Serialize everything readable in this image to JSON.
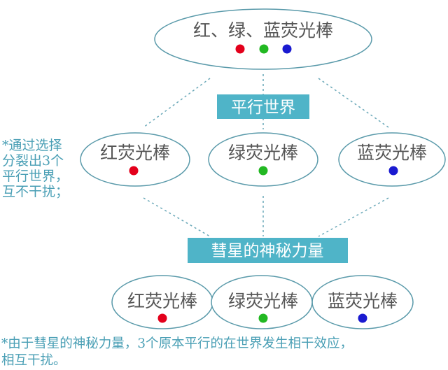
{
  "top": {
    "label": "红、绿、蓝荧光棒"
  },
  "box1": {
    "label": "平行世界"
  },
  "box2": {
    "label": "彗星的神秘力量"
  },
  "middle": [
    {
      "label": "红荧光棒"
    },
    {
      "label": "绿荧光棒"
    },
    {
      "label": "蓝荧光棒"
    }
  ],
  "bottom": [
    {
      "label": "红荧光棒"
    },
    {
      "label": "绿荧光棒"
    },
    {
      "label": "蓝荧光棒"
    }
  ],
  "notes": {
    "left": [
      "*通过选择",
      "分裂出3个",
      "平行世界，",
      "互不干扰；"
    ],
    "bottom": [
      "*由于彗星的神秘力量，3个原本平行的在世界发生相干效应，",
      "相互干扰。"
    ]
  },
  "colors": {
    "red": "#e3001b",
    "green": "#22b822",
    "blue": "#1a1ad0",
    "accent": "#4fb4c8",
    "stroke": "#5a9aaa"
  }
}
